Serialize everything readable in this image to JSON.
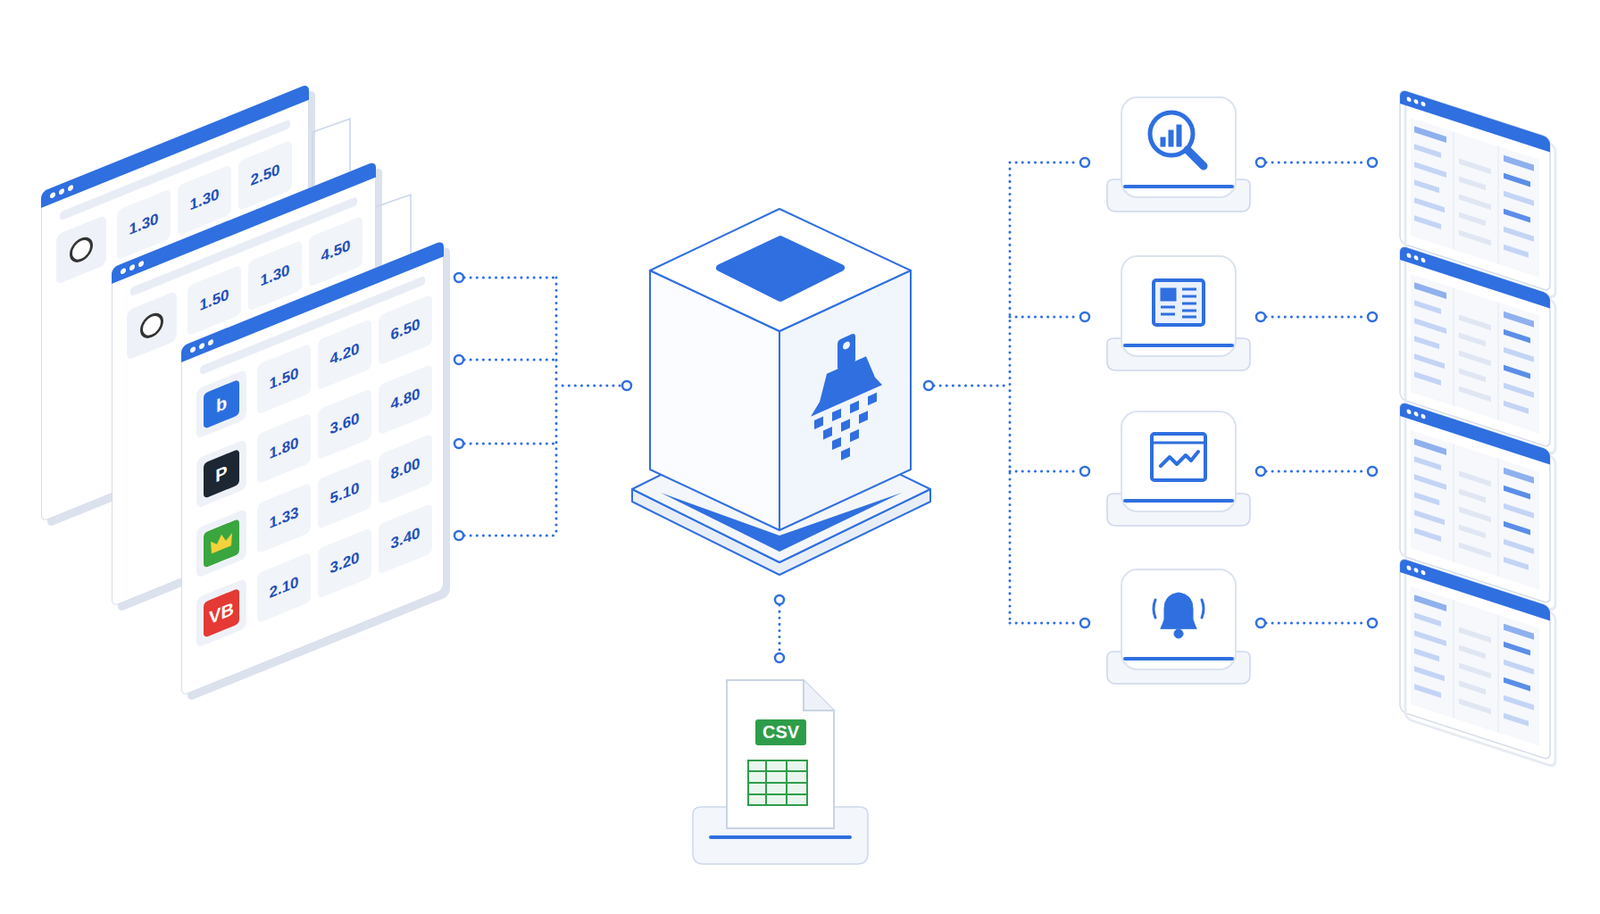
{
  "diagram": {
    "nodes": [
      {
        "text": [
          "1.30",
          "1.30",
          "2.50"
        ]
      },
      {
        "text": [
          "1.50",
          "1.30",
          "4.50"
        ]
      },
      {
        "text": [
          "1.50",
          "4.20",
          "6.50",
          "1.80",
          "3.60",
          "4.80",
          "1.33",
          "5.10",
          "8.00",
          "2.10",
          "3.20",
          "3.40"
        ]
      },
      {
        "text": [
          "b"
        ],
        "in": 2
      },
      {
        "text": [
          "P"
        ],
        "in": 2
      },
      {
        "text": [
          "VB"
        ],
        "in": 2
      },
      {
        "text": [
          "CSV"
        ]
      }
    ]
  }
}
